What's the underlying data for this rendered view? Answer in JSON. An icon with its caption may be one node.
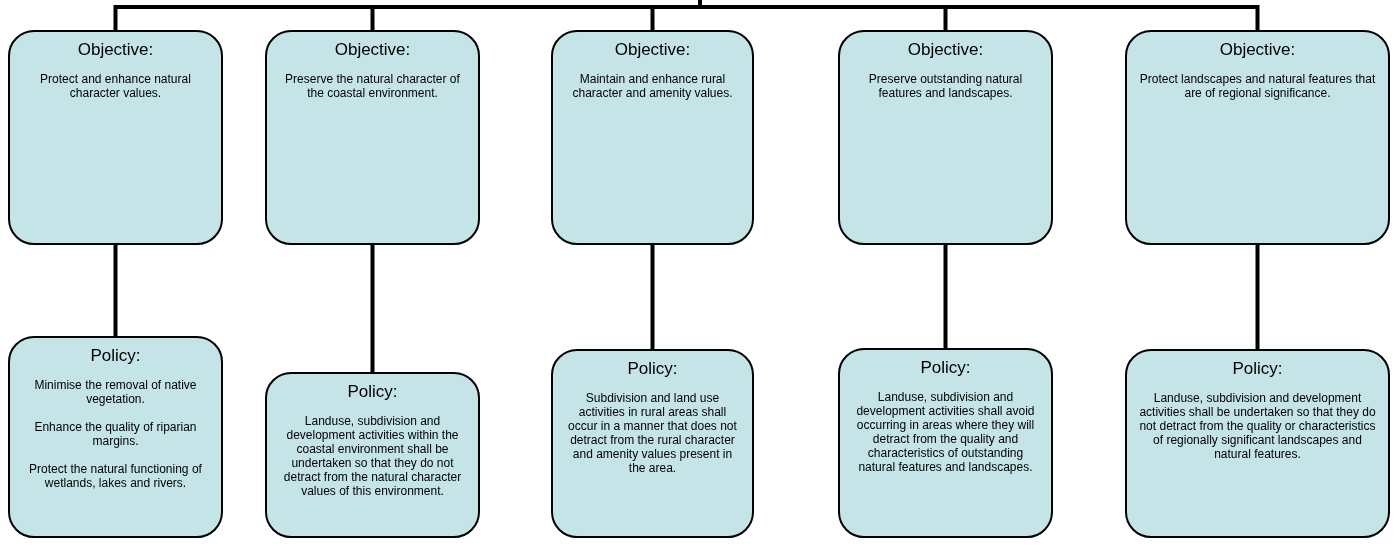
{
  "diagram": {
    "nodes": [
      {
        "text": [
          "Objective:",
          "Protect and enhance natural character values."
        ]
      },
      {
        "text": [
          "Objective:",
          "Preserve the natural character of the coastal environment."
        ]
      },
      {
        "text": [
          "Objective:",
          "Maintain and enhance rural character and amenity values."
        ]
      },
      {
        "text": [
          "Objective:",
          "Preserve outstanding natural features and landscapes."
        ]
      },
      {
        "text": [
          "Objective:",
          "Protect landscapes and natural features that are of regional significance."
        ]
      },
      {
        "text": [
          "Policy:",
          "Minimise the removal of native vegetation.",
          "Enhance the quality of riparian margins.",
          "Protect the natural functioning of wetlands, lakes and rivers."
        ]
      },
      {
        "text": [
          "Policy:",
          "Landuse, subdivision and development activities within the coastal environment shall be undertaken so that they do not detract from the natural character values of this environment."
        ]
      },
      {
        "text": [
          "Policy:",
          "Subdivision and land use activities in rural areas shall occur in a manner that does not detract from the rural character and amenity values present in the area."
        ]
      },
      {
        "text": [
          "Policy:",
          "Landuse, subdivision and development activities shall avoid occurring in areas where they will detract from the quality and characteristics of outstanding natural features and landscapes."
        ]
      },
      {
        "text": [
          "Policy:",
          "Landuse, subdivision and development activities shall be undertaken so that they do not detract from the quality or characteristics of regionally significant landscapes and natural features."
        ]
      }
    ],
    "edges": [
      {
        "from": null,
        "to": 0,
        "arrow": "none"
      },
      {
        "from": null,
        "to": 1,
        "arrow": "none"
      },
      {
        "from": null,
        "to": 2,
        "arrow": "none"
      },
      {
        "from": null,
        "to": 3,
        "arrow": "none"
      },
      {
        "from": null,
        "to": 4,
        "arrow": "none"
      },
      {
        "from": 0,
        "to": 5,
        "arrow": "none"
      },
      {
        "from": 1,
        "to": 6,
        "arrow": "none"
      },
      {
        "from": 2,
        "to": 7,
        "arrow": "none"
      },
      {
        "from": 3,
        "to": 8,
        "arrow": "none"
      },
      {
        "from": 4,
        "to": 9,
        "arrow": "none"
      }
    ]
  }
}
